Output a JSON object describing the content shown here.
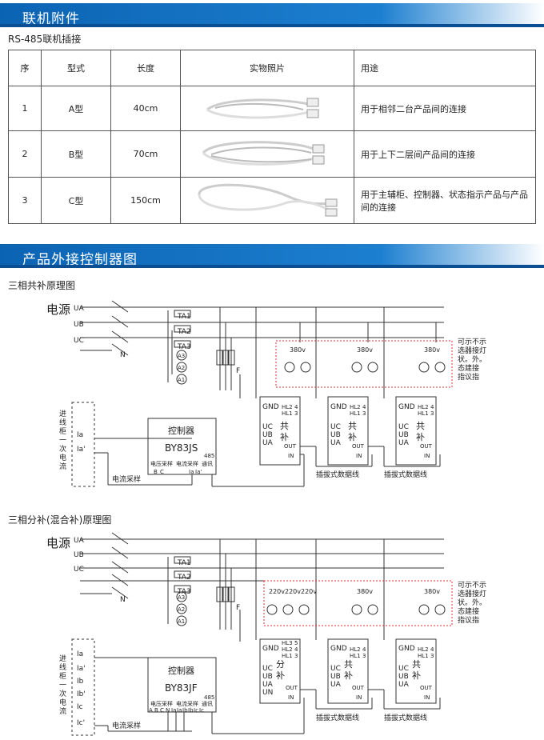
{
  "sections": {
    "accessories": "联机附件",
    "diagrams": "产品外接控制器图"
  },
  "rs485_title": "RS-485联机插接",
  "table": {
    "headers": [
      "序",
      "型式",
      "长度",
      "实物照片",
      "用途"
    ],
    "rows": [
      {
        "no": "1",
        "type": "A型",
        "length": "40cm",
        "use": "用于相邻二台产品间的连接"
      },
      {
        "no": "2",
        "type": "B型",
        "length": "70cm",
        "use": "用于上下二层间产品间的连接"
      },
      {
        "no": "3",
        "type": "C型",
        "length": "150cm",
        "use": "用于主辅柜、控制器、状态指示产品与产品间的连接"
      }
    ]
  },
  "diagram1": {
    "title": "三相共补原理图",
    "power": "电源",
    "phases": [
      "UA",
      "UB",
      "UC"
    ],
    "neutral": "N",
    "ta": [
      "TA1",
      "TA2",
      "TA3"
    ],
    "ammeters": [
      "A3",
      "A2",
      "A1"
    ],
    "fuse": "F",
    "module_inner": [
      "GND",
      "UC",
      "UB",
      "UA"
    ],
    "module_pins": [
      "HL2",
      "HL1"
    ],
    "pin_nums": [
      "4",
      "3"
    ],
    "module_label_a": "共",
    "module_label_b": "补",
    "out": "OUT",
    "in": "IN",
    "lamp_voltage": "380v",
    "indicator_note": [
      "可示不示",
      "选器接灯",
      "状。外。",
      "态建接",
      "指议指"
    ],
    "cable": "插拔式数据线",
    "ct_side": [
      "进",
      "线",
      "柜",
      "一",
      "次",
      "电",
      "流"
    ],
    "ct_terms": [
      "Ia",
      "Ia'"
    ],
    "controller_title": "控制器",
    "controller_model": "BY83JS",
    "controller_port": "485",
    "controller_labels": [
      "电压采样",
      "电流采样",
      "通讯"
    ],
    "controller_terms": [
      "B",
      "C",
      "Ia",
      "Ia'"
    ],
    "sampling": "电流采样"
  },
  "diagram2": {
    "title": "三相分补(混合补)原理图",
    "power": "电源",
    "phases": [
      "UA",
      "UB",
      "UC"
    ],
    "neutral": "N",
    "ta": [
      "TA1",
      "TA2",
      "TA3"
    ],
    "ammeters": [
      "A3",
      "A2",
      "A1"
    ],
    "fuse": "F",
    "lamp_220": "220v",
    "lamp_380": "380v",
    "module1_pins": [
      "HL3",
      "HL2",
      "HL1"
    ],
    "module1_nums": [
      "5",
      "4",
      "3"
    ],
    "module1_inner": [
      "GND",
      "UC",
      "UB",
      "UA",
      "UN"
    ],
    "module1_a": "分",
    "module1_b": "补",
    "module_a": "共",
    "module_b": "补",
    "out": "OUT",
    "in": "IN",
    "cable": "插拔式数据线",
    "indicator_note": [
      "可示不示",
      "选器接灯",
      "状。外。",
      "态建接",
      "指议指"
    ],
    "ct_side": [
      "进",
      "线",
      "柜",
      "一",
      "次",
      "电",
      "流"
    ],
    "ct_terms": [
      "Ia",
      "Ia'",
      "Ib",
      "Ib'",
      "Ic",
      "Ic'"
    ],
    "controller_title": "控制器",
    "controller_model": "BY83JF",
    "controller_port": "485",
    "controller_labels": [
      "电压采样",
      "电流采样",
      "通讯"
    ],
    "controller_terms": [
      "A",
      "B",
      "C",
      "N",
      "Ia",
      "Ia",
      "Ib",
      "Ib",
      "Ic",
      "Ic"
    ],
    "sampling": "电流采样"
  }
}
